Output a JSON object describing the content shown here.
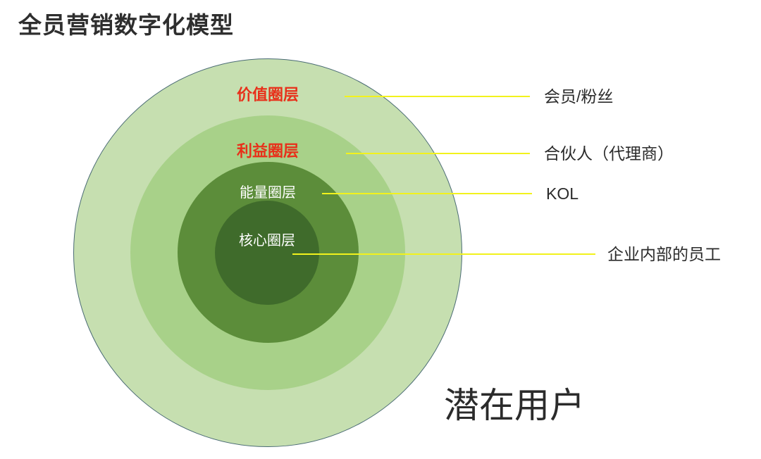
{
  "slide": {
    "title": "全员营销数字化模型",
    "background_color": "#ffffff",
    "title_color": "#2e2e2e"
  },
  "diagram": {
    "type": "concentric-circles",
    "caption": "潜在用户",
    "leader_line_color": "#f2f21c",
    "rings": [
      {
        "key": "outer",
        "label": "价值圈层",
        "label_color": "#e8301a",
        "fill": "#c6dfb0",
        "border": "#4a6b74",
        "callout": "会员/粉丝"
      },
      {
        "key": "second",
        "label": "利益圈层",
        "label_color": "#e8301a",
        "fill": "#a8d189",
        "border": "none",
        "callout": "合伙人（代理商）"
      },
      {
        "key": "third",
        "label": "能量圈层",
        "label_color": "#ffffff",
        "fill": "#5c8d3a",
        "border": "none",
        "callout": "KOL"
      },
      {
        "key": "core",
        "label": "核心圈层",
        "label_color": "#ffffff",
        "fill": "#3f6b2b",
        "border": "none",
        "callout": "企业内部的员工"
      }
    ]
  }
}
